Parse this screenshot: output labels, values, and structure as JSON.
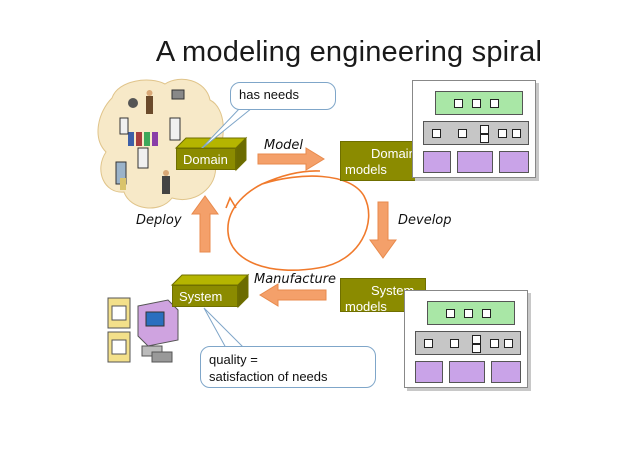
{
  "title": "A modeling engineering spiral",
  "callouts": {
    "has_needs": "has needs",
    "quality_line1": "quality =",
    "quality_line2": "satisfaction of needs"
  },
  "boxes": {
    "domain": "Domain",
    "system": "System",
    "domain_models_line1": "Domain",
    "domain_models_line2": "models",
    "system_models_line1": "System",
    "system_models_line2": "models"
  },
  "arrows": {
    "model": "Model",
    "develop": "Develop",
    "manufacture": "Manufacture",
    "deploy": "Deploy"
  },
  "colors": {
    "arrow_fill": "#f4a06a",
    "box_olive": "#8b8b00",
    "spiral": "#f07a2c",
    "panel_green": "#a9e7a6",
    "panel_purple": "#c9a3e8"
  }
}
